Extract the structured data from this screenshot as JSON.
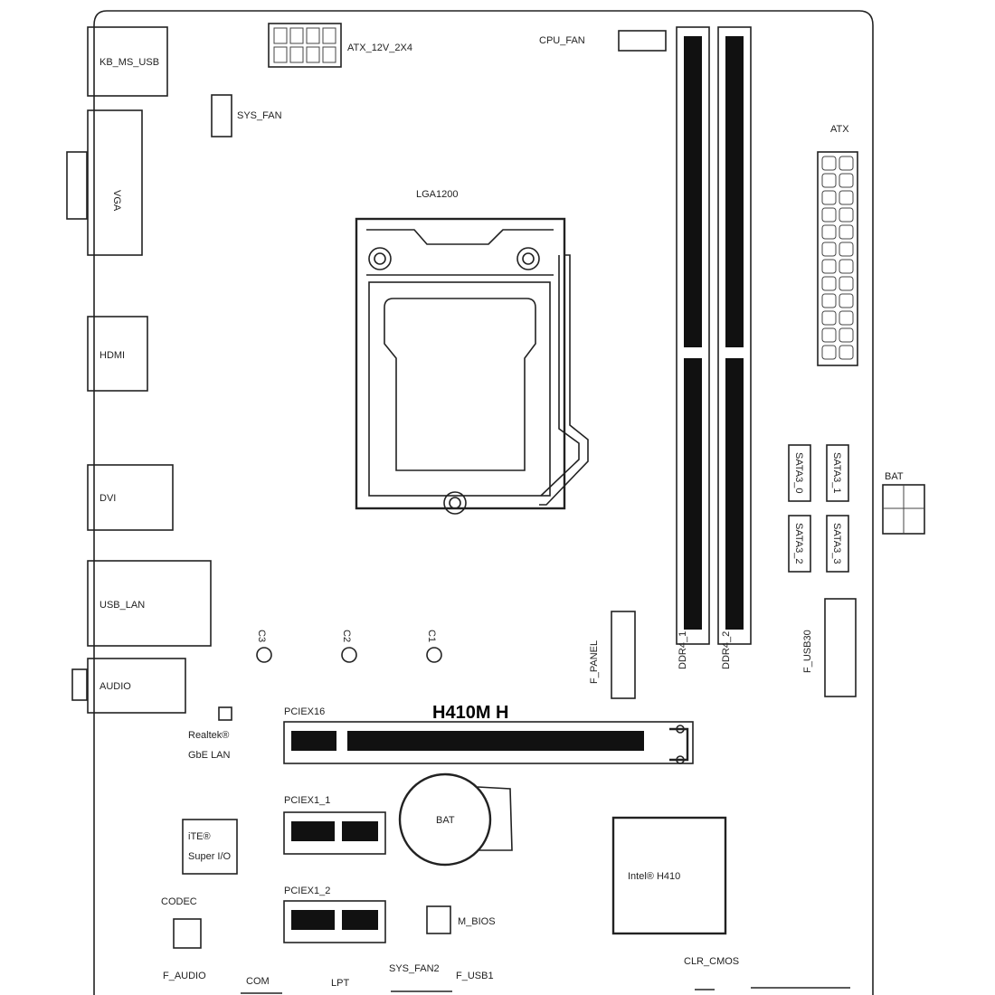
{
  "board_model": "H410M H",
  "connectors": {
    "kb_ms_usb": "KB_MS_USB",
    "atx_12v": "ATX_12V_2X4",
    "cpu_fan": "CPU_FAN",
    "sys_fan": "SYS_FAN",
    "vga": "VGA",
    "hdmi": "HDMI",
    "dvi": "DVI",
    "usb_lan": "USB_LAN",
    "audio": "AUDIO",
    "socket": "LGA1200",
    "atx": "ATX",
    "ddr4_1": "DDR4_1",
    "ddr4_2": "DDR4_2",
    "sata_0": "SATA3_0",
    "sata_1": "SATA3_1",
    "sata_2": "SATA3_2",
    "sata_3": "SATA3_3",
    "batt": "BAT",
    "f_usb30": "F_USB30",
    "f_panel": "F_PANEL",
    "pciex16": "PCIEX16",
    "pciex1_1": "PCIEX1_1",
    "pciex1_2": "PCIEX1_2",
    "realtek_lan": "Realtek®\nGbE LAN",
    "ite_superio": "iTE®\nSuper I/O",
    "codec": "CODEC",
    "intel_h410": "Intel® H410",
    "m_bios": "M_BIOS",
    "clr_cmos": "CLR_CMOS",
    "f_audio": "F_AUDIO",
    "com": "COM",
    "lpt": "LPT",
    "sys_fan2": "SYS_FAN2",
    "f_usb1": "F_USB1",
    "c1": "C1",
    "c2": "C2",
    "c3": "C3"
  },
  "colors": {
    "line": "#222222",
    "fill_dark": "#111111"
  }
}
